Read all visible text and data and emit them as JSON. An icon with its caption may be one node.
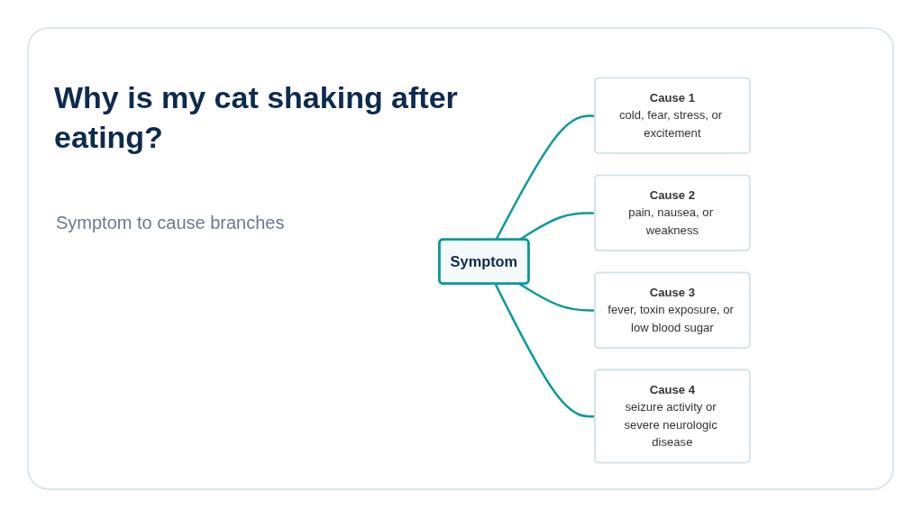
{
  "diagram": {
    "title": "Why is my cat shaking after eating?",
    "nodes": [
      {
        "text": [
          "Symptom"
        ]
      },
      {
        "text": [
          "Cause 1",
          "cold, fear, stress, or excitement"
        ]
      },
      {
        "text": [
          "Cause 2",
          "pain, nausea, or weakness"
        ]
      },
      {
        "text": [
          "Cause 3",
          "fever, toxin exposure, or low blood sugar"
        ]
      },
      {
        "text": [
          "Cause 4",
          "seizure activity or severe neurologic disease"
        ]
      }
    ],
    "edges": [
      {
        "from": 0,
        "to": 1,
        "arrow": "none"
      },
      {
        "from": 0,
        "to": 2,
        "arrow": "none"
      },
      {
        "from": 0,
        "to": 3,
        "arrow": "none"
      },
      {
        "from": 0,
        "to": 4,
        "arrow": "none"
      }
    ],
    "labels": [
      "Symptom to cause branches"
    ]
  }
}
